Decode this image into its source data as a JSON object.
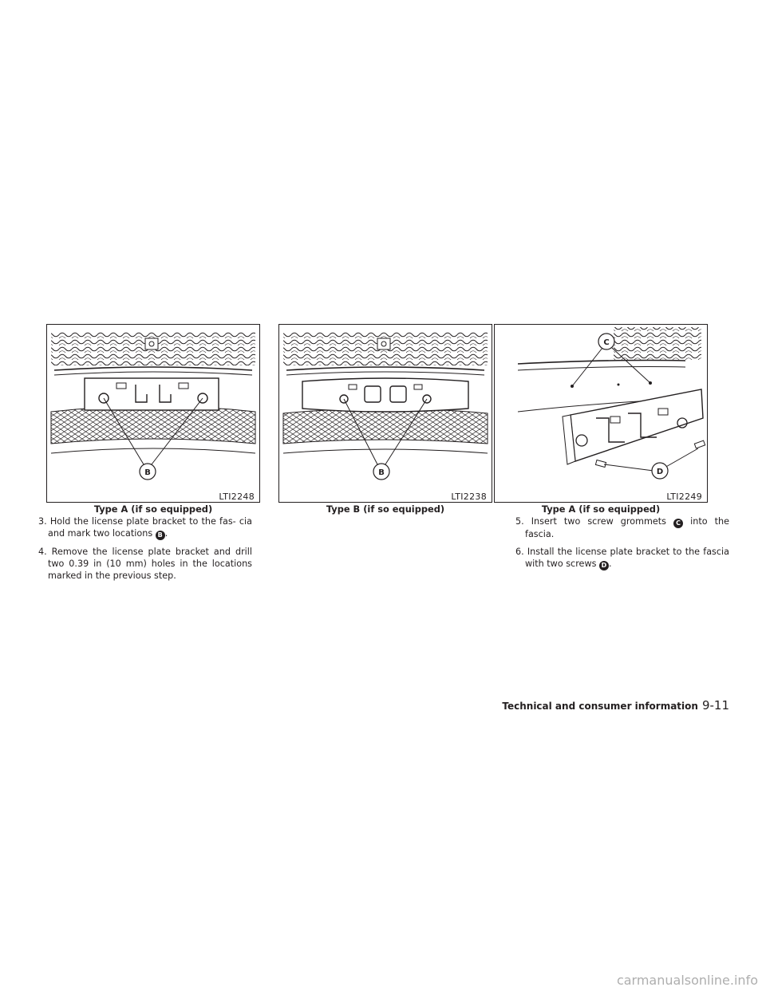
{
  "figures": [
    {
      "code": "LTI2248",
      "caption": "Type A (if so equipped)",
      "callouts": [
        "B"
      ]
    },
    {
      "code": "LTI2238",
      "caption": "Type B (if so equipped)",
      "callouts": [
        "B"
      ]
    },
    {
      "code": "LTI2249",
      "caption": "Type A (if so equipped)",
      "callouts": [
        "C",
        "D"
      ]
    }
  ],
  "steps": {
    "s3": {
      "pre": "3. Hold the license plate bracket to the fas- cia and mark two locations ",
      "badge": "B",
      "post": "."
    },
    "s4": {
      "text": "4. Remove the license plate bracket and drill two 0.39 in (10 mm) holes in the locations marked in the previous step."
    },
    "s5": {
      "pre": "5. Insert two screw grommets ",
      "badge": "C",
      "post": " into the fascia."
    },
    "s6": {
      "pre": "6. Install the license plate bracket to the fascia with two screws ",
      "badge": "D",
      "post": "."
    }
  },
  "footer": {
    "section": "Technical and consumer information",
    "page": "9-11"
  },
  "watermark": "carmanualsonline.info"
}
